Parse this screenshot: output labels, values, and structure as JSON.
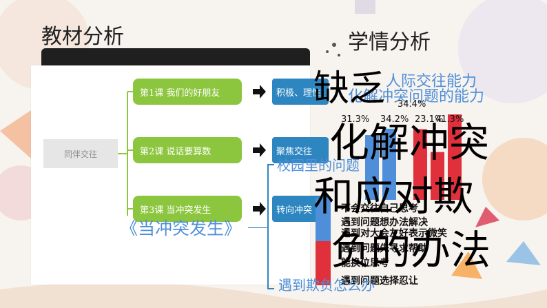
{
  "colors": {
    "green": "#8cc63f",
    "blue": "#2e86c1",
    "light_blue": "#4f8fd9",
    "red": "#e0303b",
    "grey": "#e6e6e6"
  },
  "titles": {
    "left": "教材分析",
    "right": "学情分析"
  },
  "mindmap": {
    "root": "同伴交往",
    "lessons": [
      "第1课  我们的好朋友",
      "第2课  说话要算数",
      "第3课  当冲突发生"
    ],
    "goals": [
      "积极、理性",
      "聚焦交往",
      "转向冲突"
    ]
  },
  "chart_data": {
    "type": "bar",
    "title": "人际交往能力",
    "subtitle": "化解冲突问题的能力",
    "values": [
      31.3,
      34.4,
      34.2,
      23.1,
      41.3
    ],
    "value_labels": [
      "31.3%",
      "34.4%",
      "34.2%",
      "23.1%",
      "41.3%"
    ],
    "legend": [
      "不会交往自己思考",
      "遇到问题想办法解决",
      "遇到对大会友好表示微笑",
      "遇到问题先寻求帮助",
      "能换位思考",
      "遇到问题选择忍让"
    ]
  },
  "callouts": {
    "campus": "校园里的问题",
    "conflict_book": "《当冲突发生》",
    "bottom": "遇到欺负怎么办"
  },
  "overlay": {
    "line1": "缺乏",
    "line2": "化解冲突",
    "line3": "和应对欺",
    "line4": "负的办法"
  }
}
